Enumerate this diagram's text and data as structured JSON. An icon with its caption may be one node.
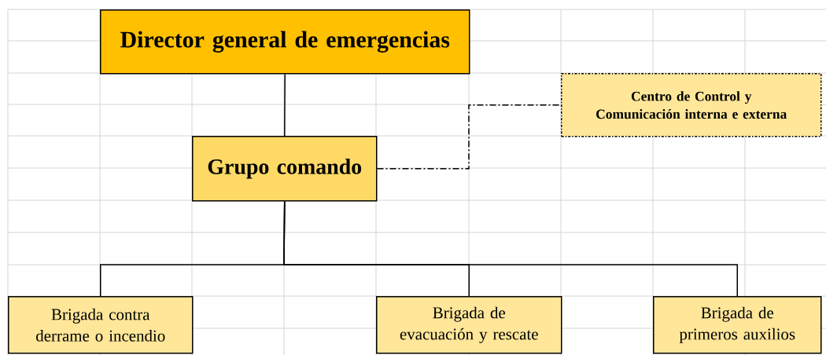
{
  "diagram": {
    "nodes": [
      {
        "text": [
          "Director general de emergencias"
        ]
      },
      {
        "text": [
          "Centro de Control y Comunicación interna e externa"
        ]
      },
      {
        "text": [
          "Grupo comando"
        ]
      },
      {
        "text": [
          "Brigada contra derrame o incendio"
        ]
      },
      {
        "text": [
          "Brigada de evacuación y rescate"
        ]
      },
      {
        "text": [
          "Brigada de primeros auxilios"
        ]
      }
    ],
    "edges": [
      {
        "from": 0,
        "to": 2,
        "arrow": "none"
      },
      {
        "from": 2,
        "to": 1,
        "arrow": "none",
        "style": "dashed"
      },
      {
        "from": 2,
        "to": 3,
        "arrow": "none"
      },
      {
        "from": 2,
        "to": 4,
        "arrow": "none"
      },
      {
        "from": 2,
        "to": 5,
        "arrow": "none"
      }
    ]
  }
}
